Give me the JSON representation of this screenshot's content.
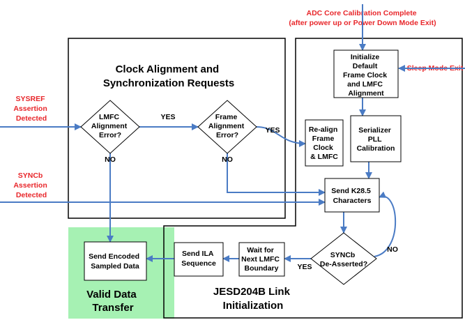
{
  "inputs": {
    "adc_calibration": [
      "ADC Core Calibration Complete",
      "(after power up or Power Down Mode Exit)"
    ],
    "sleep_mode_exit": "Sleep Mode Exit",
    "sysref": [
      "SYSREF",
      "Assertion",
      "Detected"
    ],
    "syncb": [
      "SYNCb",
      "Assertion",
      "Detected"
    ]
  },
  "regions": {
    "clock_alignment": [
      "Clock Alignment and",
      "Synchronization Requests"
    ],
    "jesd_init": [
      "JESD204B Link",
      "Initialization"
    ],
    "valid_data": [
      "Valid Data",
      "Transfer"
    ]
  },
  "nodes": {
    "lmfc_decision": [
      "LMFC",
      "Alignment",
      "Error?"
    ],
    "frame_decision": [
      "Frame",
      "Alignment",
      "Error?"
    ],
    "init_frame_clock": [
      "Initialize",
      "Default",
      "Frame Clock",
      "and LMFC",
      "Alignment"
    ],
    "realign": [
      "Re-align",
      "Frame",
      "Clock",
      "& LMFC"
    ],
    "serializer_pll": [
      "Serializer",
      "PLL",
      "Calibration"
    ],
    "send_k285": [
      "Send K28.5",
      "Characters"
    ],
    "syncb_decision": [
      "SYNCb",
      "De-Asserted?"
    ],
    "wait_lmfc": [
      "Wait for",
      "Next LMFC",
      "Boundary"
    ],
    "send_ila": [
      "Send ILA",
      "Sequence"
    ],
    "send_encoded": [
      "Send Encoded",
      "Sampled Data"
    ]
  },
  "edge_labels": {
    "lmfc_yes": "YES",
    "lmfc_no": "NO",
    "frame_yes": "YES",
    "frame_no": "NO",
    "syncb_no": "NO",
    "syncb_yes": "YES"
  },
  "colors": {
    "arrow": "#4a7bc4",
    "input_text": "#e8262a",
    "valid_data_fill": "#a6f1b3"
  }
}
